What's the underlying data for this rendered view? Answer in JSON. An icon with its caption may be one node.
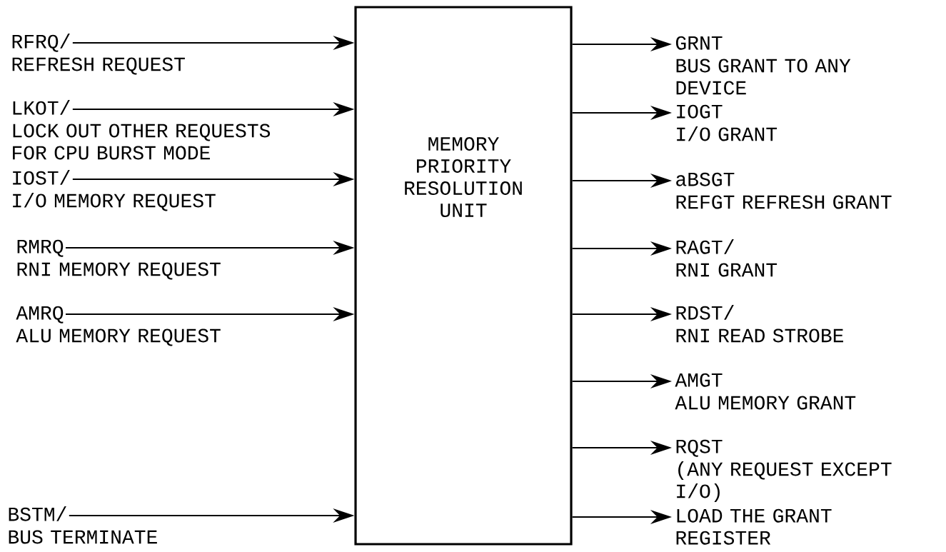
{
  "diagram": {
    "nodes": [
      {
        "text": [
          "MEMORY PRIORITY RESOLUTION UNIT"
        ]
      },
      {
        "text": [
          "RFRQ/",
          "REFRESH REQUEST"
        ]
      },
      {
        "text": [
          "LKOT/",
          "LOCK OUT OTHER REQUESTS FOR CPU BURST MODE"
        ]
      },
      {
        "text": [
          "IOST/",
          "I/O MEMORY REQUEST"
        ]
      },
      {
        "text": [
          "RMRQ",
          "RNI MEMORY REQUEST"
        ]
      },
      {
        "text": [
          "AMRQ",
          "ALU MEMORY REQUEST"
        ]
      },
      {
        "text": [
          "BSTM/",
          "BUS TERMINATE"
        ]
      },
      {
        "text": [
          "GRNT",
          "BUS GRANT TO ANY DEVICE"
        ]
      },
      {
        "text": [
          "IOGT",
          "I/O GRANT"
        ]
      },
      {
        "text": [
          "aBSGT",
          "REFGT REFRESH GRANT"
        ]
      },
      {
        "text": [
          "RAGT/",
          "RNI GRANT"
        ]
      },
      {
        "text": [
          "RDST/",
          "RNI READ STROBE"
        ]
      },
      {
        "text": [
          "AMGT",
          "ALU MEMORY GRANT"
        ]
      },
      {
        "text": [
          "RQST",
          "(ANY REQUEST EXCEPT I/O)"
        ]
      },
      {
        "text": [
          "LOAD THE GRANT REGISTER"
        ]
      }
    ],
    "edges": [
      {
        "from": 1,
        "to": 0,
        "arrow": "to"
      },
      {
        "from": 2,
        "to": 0,
        "arrow": "to"
      },
      {
        "from": 3,
        "to": 0,
        "arrow": "to"
      },
      {
        "from": 4,
        "to": 0,
        "arrow": "to"
      },
      {
        "from": 5,
        "to": 0,
        "arrow": "to"
      },
      {
        "from": 6,
        "to": 0,
        "arrow": "to"
      },
      {
        "from": 0,
        "to": 7,
        "arrow": "to"
      },
      {
        "from": 0,
        "to": 8,
        "arrow": "to"
      },
      {
        "from": 0,
        "to": 9,
        "arrow": "to"
      },
      {
        "from": 0,
        "to": 10,
        "arrow": "to"
      },
      {
        "from": 0,
        "to": 11,
        "arrow": "to"
      },
      {
        "from": 0,
        "to": 12,
        "arrow": "to"
      },
      {
        "from": 0,
        "to": 13,
        "arrow": "to"
      },
      {
        "from": 0,
        "to": 14,
        "arrow": "to"
      }
    ]
  }
}
